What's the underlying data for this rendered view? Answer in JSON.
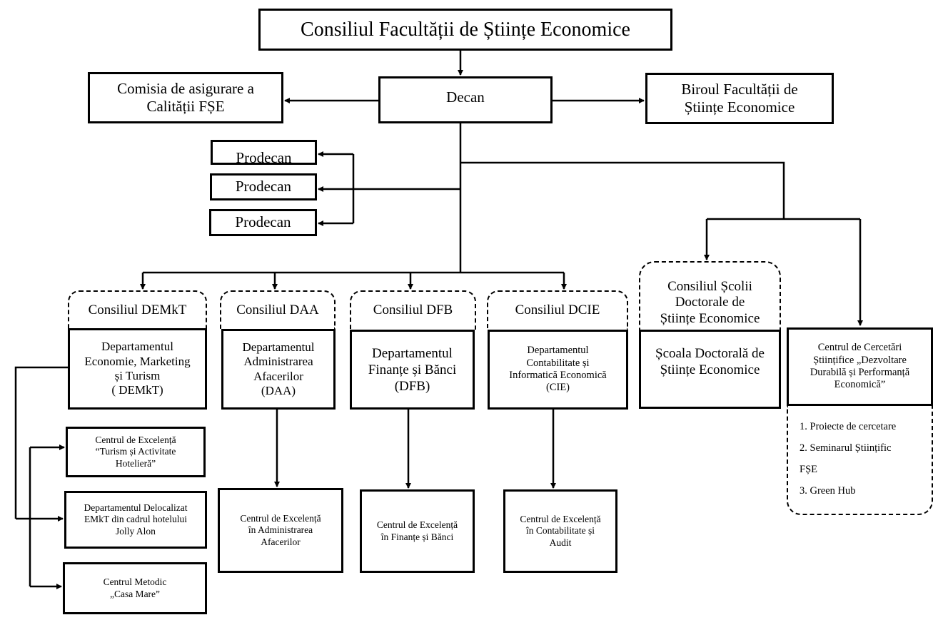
{
  "title": "Consiliul Facultății de Științe Economice",
  "decan": "Decan",
  "comisia": [
    "Comisia de asigurare a",
    "Calității FȘE"
  ],
  "biroul": [
    "Biroul Facultății de",
    "Științe Economice"
  ],
  "prodecani": [
    "Prodecan",
    "Prodecan",
    "Prodecan"
  ],
  "consilii": [
    "Consiliul DEMkT",
    "Consiliul DAA",
    "Consiliul DFB",
    "Consiliul DCIE"
  ],
  "departamente": [
    [
      "Departamentul",
      "Economie, Marketing",
      "și Turism",
      "( DEMkT)"
    ],
    [
      "Departamentul",
      "Administrarea",
      "Afacerilor",
      "(DAA)"
    ],
    [
      "Departamentul",
      "Finanțe și Bănci",
      "(DFB)"
    ],
    [
      "Departamentul",
      "Contabilitate și",
      "Informatică Economică",
      "(CIE)"
    ]
  ],
  "centre_excelenta": [
    [
      "Centrul de Excelență",
      "în Administrarea",
      "Afacerilor"
    ],
    [
      "Centrul de Excelență",
      "în Finanțe și Bănci"
    ],
    [
      "Centrul de Excelență",
      "în Contabilitate și",
      "Audit"
    ]
  ],
  "demkt_sub": [
    [
      "Centrul de Excelență",
      "“Turism și Activitate",
      "Hotelieră”"
    ],
    [
      "Departamentul Delocalizat",
      "EMkT din cadrul hotelului",
      "Jolly Alon"
    ],
    [
      "Centrul Metodic",
      "„Casa Mare”"
    ]
  ],
  "consiliul_scolii": [
    "Consiliul Școlii",
    "Doctorale de",
    "Științe Economice"
  ],
  "scoala": [
    "Școala Doctorală de",
    "Științe Economice"
  ],
  "centrul_cercetari": [
    "Centrul de Cercetări",
    "Științifice „Dezvoltare",
    "Durabilă și Performanță",
    "Economică”"
  ],
  "cercetare_items": [
    "1. Proiecte de cercetare",
    "2. Seminarul Științific",
    "FȘE",
    "3. Green Hub"
  ]
}
